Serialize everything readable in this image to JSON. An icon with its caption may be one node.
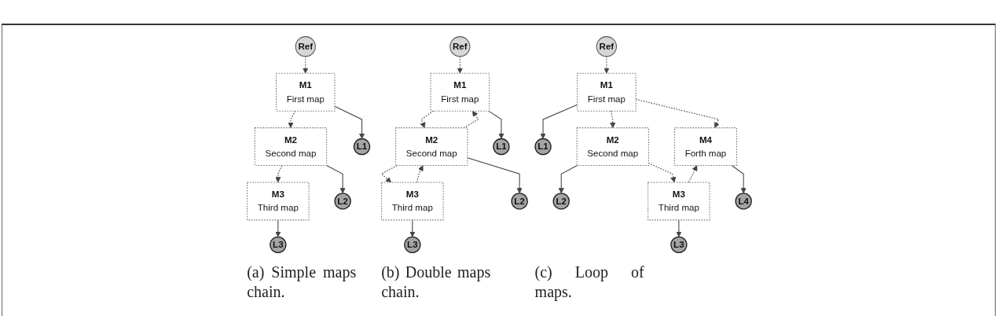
{
  "diagram": {
    "nodes": [
      {
        "text": [
          "Ref"
        ]
      },
      {
        "text": [
          "M1",
          "First map"
        ]
      },
      {
        "text": [
          "M2",
          "Second map"
        ]
      },
      {
        "text": [
          "L1"
        ]
      },
      {
        "text": [
          "M3",
          "Third map"
        ]
      },
      {
        "text": [
          "L2"
        ]
      },
      {
        "text": [
          "L3"
        ]
      },
      {
        "text": [
          "Ref"
        ]
      },
      {
        "text": [
          "M1",
          "First map"
        ]
      },
      {
        "text": [
          "M2",
          "Second map"
        ]
      },
      {
        "text": [
          "L1"
        ]
      },
      {
        "text": [
          "M3",
          "Third map"
        ]
      },
      {
        "text": [
          "L2"
        ]
      },
      {
        "text": [
          "L3"
        ]
      },
      {
        "text": [
          "Ref"
        ]
      },
      {
        "text": [
          "M1",
          "First map"
        ]
      },
      {
        "text": [
          "L1"
        ]
      },
      {
        "text": [
          "M2",
          "Second map"
        ]
      },
      {
        "text": [
          "M4",
          "Forth map"
        ]
      },
      {
        "text": [
          "L2"
        ]
      },
      {
        "text": [
          "M3",
          "Third map"
        ]
      },
      {
        "text": [
          "L4"
        ]
      },
      {
        "text": [
          "L3"
        ]
      }
    ],
    "edges": [
      {
        "from": 0,
        "to": 1,
        "arrow": "to",
        "style": "dashed"
      },
      {
        "from": 1,
        "to": 2,
        "arrow": "to",
        "style": "dashed"
      },
      {
        "from": 1,
        "to": 3,
        "arrow": "to"
      },
      {
        "from": 2,
        "to": 4,
        "arrow": "to",
        "style": "dashed"
      },
      {
        "from": 2,
        "to": 5,
        "arrow": "to"
      },
      {
        "from": 4,
        "to": 6,
        "arrow": "to"
      },
      {
        "from": 7,
        "to": 8,
        "arrow": "to",
        "style": "dashed"
      },
      {
        "from": 8,
        "to": 9,
        "arrow": "to",
        "style": "dashed"
      },
      {
        "from": 9,
        "to": 8,
        "arrow": "to",
        "style": "dashed"
      },
      {
        "from": 8,
        "to": 10,
        "arrow": "to"
      },
      {
        "from": 9,
        "to": 11,
        "arrow": "to",
        "style": "dashed"
      },
      {
        "from": 11,
        "to": 9,
        "arrow": "to",
        "style": "dashed"
      },
      {
        "from": 9,
        "to": 12,
        "arrow": "to"
      },
      {
        "from": 11,
        "to": 13,
        "arrow": "to"
      },
      {
        "from": 14,
        "to": 15,
        "arrow": "to",
        "style": "dashed"
      },
      {
        "from": 15,
        "to": 16,
        "arrow": "to"
      },
      {
        "from": 15,
        "to": 17,
        "arrow": "to",
        "style": "dashed"
      },
      {
        "from": 15,
        "to": 18,
        "arrow": "to",
        "style": "dashed"
      },
      {
        "from": 17,
        "to": 19,
        "arrow": "to"
      },
      {
        "from": 17,
        "to": 20,
        "arrow": "to",
        "style": "dashed"
      },
      {
        "from": 20,
        "to": 18,
        "arrow": "to",
        "style": "dashed"
      },
      {
        "from": 18,
        "to": 21,
        "arrow": "to"
      },
      {
        "from": 20,
        "to": 22,
        "arrow": "to"
      }
    ],
    "labels": [
      "(a) Simple maps chain.",
      "(b) Double maps chain.",
      "(c) Loop of maps."
    ]
  }
}
